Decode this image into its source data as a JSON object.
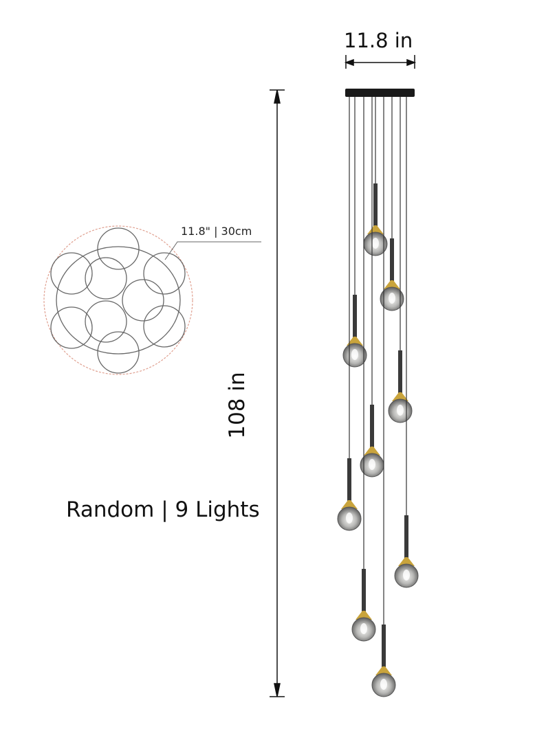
{
  "dimensions": {
    "width": "11.8 in",
    "height": "108 in",
    "canopy_diameter": "11.8\" | 30cm"
  },
  "layout_label": "Random | 9 Lights",
  "light_count": 9,
  "colors": {
    "line": "#111111",
    "outline_dashed": "#e0a090",
    "brass": "#c9a43c",
    "rod": "#3a3a3a"
  }
}
